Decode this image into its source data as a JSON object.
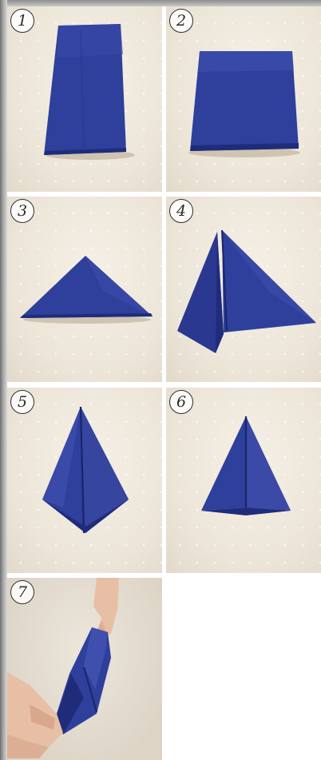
{
  "steps": [
    {
      "number": "1"
    },
    {
      "number": "2"
    },
    {
      "number": "3"
    },
    {
      "number": "4"
    },
    {
      "number": "5"
    },
    {
      "number": "6"
    },
    {
      "number": "7"
    }
  ],
  "colors": {
    "napkin": "#2f3f9c",
    "napkin_shadow": "#1f2c7a",
    "napkin_highlight": "#4656b5",
    "background": "#efe8dc",
    "skin": "#e7bfa5"
  }
}
